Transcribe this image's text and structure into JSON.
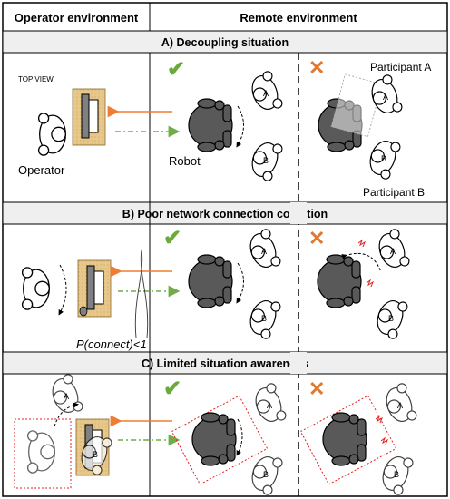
{
  "header": {
    "left": "Operator environment",
    "right": "Remote environment"
  },
  "sections": [
    {
      "title": "A) Decoupling situation"
    },
    {
      "title": "B) Poor network connection condition"
    },
    {
      "title": "C) Limited situation awareness"
    }
  ],
  "labels": {
    "top_view": "TOP VIEW",
    "operator": "Operator",
    "robot": "Robot",
    "participant_a": "Participant A",
    "participant_b": "Participant B",
    "connect_prob": "P(connect)<1",
    "a": "A",
    "b": "B"
  },
  "marks": {
    "check": "✔",
    "cross": "✕"
  },
  "colors": {
    "check": "#6aaa3a",
    "cross": "#e07a2e",
    "orange_arrow": "#ee7d31",
    "green_arrow": "#70ad47",
    "band": "#efefef",
    "desk": "#e8c88a",
    "robot": "#595959",
    "red": "#e02020"
  }
}
